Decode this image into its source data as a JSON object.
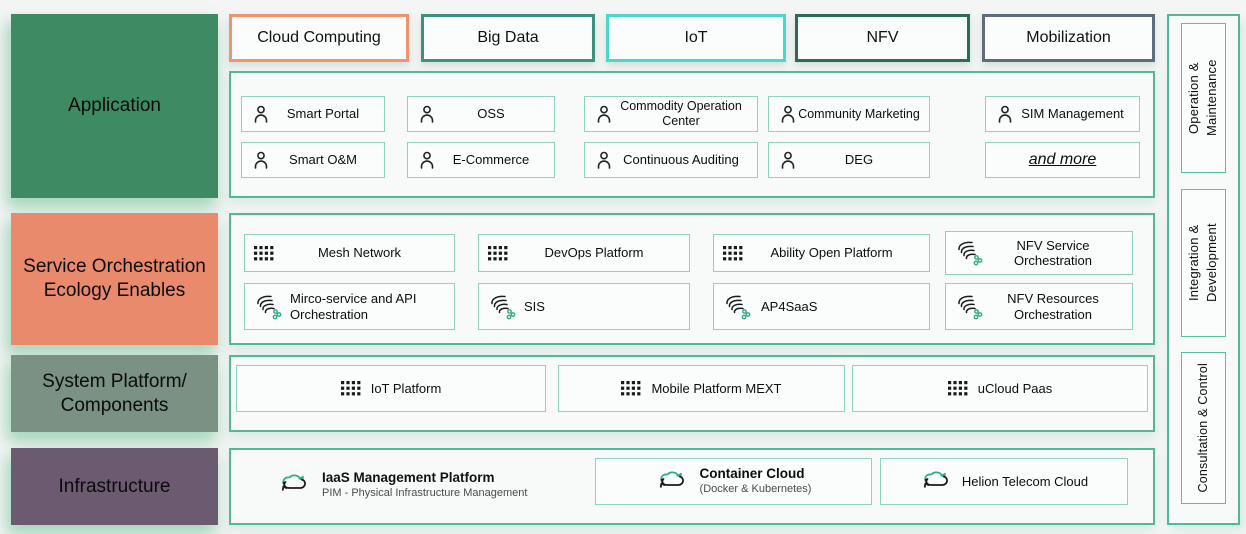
{
  "palette": {
    "background": "#f4f5f5",
    "container_border": "#52b89c",
    "item_border": "#8fd2bf",
    "icon_green": "#2fae82",
    "glow_green": "#8dceaa"
  },
  "left_column": {
    "rows": [
      {
        "label": "Application",
        "color": "#3d8a63"
      },
      {
        "label": "Service Orchestration Ecology Enables",
        "color": "#e88a6b"
      },
      {
        "label": "System Platform/ Components",
        "color": "#7a9184"
      },
      {
        "label": "Infrastructure",
        "color": "#6c5a71"
      }
    ]
  },
  "top_categories": [
    {
      "label": "Cloud Computing",
      "border": "#f0936e"
    },
    {
      "label": "Big Data",
      "border": "#3f917f"
    },
    {
      "label": "IoT",
      "border": "#4cd6cc"
    },
    {
      "label": "NFV",
      "border": "#2f6b52"
    },
    {
      "label": "Mobilization",
      "border": "#5d6d7e"
    }
  ],
  "application": {
    "items": [
      {
        "label": "Smart Portal",
        "icon": "person-icon"
      },
      {
        "label": "OSS",
        "icon": "person-icon"
      },
      {
        "label": "Commodity Operation Center",
        "icon": "person-icon"
      },
      {
        "label": "Community Marketing",
        "icon": "person-icon"
      },
      {
        "label": "SIM Management",
        "icon": "person-icon"
      },
      {
        "label": "Smart O&M",
        "icon": "person-icon"
      },
      {
        "label": "E-Commerce",
        "icon": "person-icon"
      },
      {
        "label": "Continuous Auditing",
        "icon": "person-icon"
      },
      {
        "label": "DEG",
        "icon": "person-icon"
      },
      {
        "label": "and more",
        "icon": "none"
      }
    ]
  },
  "service_orchestration": {
    "items": [
      {
        "label": "Mesh Network",
        "icon": "grid-icon"
      },
      {
        "label": "DevOps Platform",
        "icon": "grid-icon"
      },
      {
        "label": "Ability Open Platform",
        "icon": "grid-icon"
      },
      {
        "label": "NFV Service Orchestration",
        "icon": "service-swirl-icon"
      },
      {
        "label": "Mirco-service and API Orchestration",
        "icon": "service-swirl-icon"
      },
      {
        "label": "SIS",
        "icon": "service-swirl-icon"
      },
      {
        "label": "AP4SaaS",
        "icon": "service-swirl-icon"
      },
      {
        "label": "NFV Resources Orchestration",
        "icon": "service-swirl-icon"
      }
    ]
  },
  "system_platform": {
    "items": [
      {
        "label": "IoT Platform",
        "icon": "grid-icon"
      },
      {
        "label": "Mobile Platform MEXT",
        "icon": "grid-icon"
      },
      {
        "label": "uCloud Paas",
        "icon": "grid-icon"
      }
    ]
  },
  "infrastructure": {
    "items": [
      {
        "label": "IaaS Management Platform",
        "subtitle": "PIM - Physical Infrastructure Management",
        "icon": "cloud-sync-icon"
      },
      {
        "label": "Container Cloud",
        "subtitle": "(Docker & Kubernetes)",
        "icon": "cloud-sync-icon"
      },
      {
        "label": "Helion Telecom Cloud",
        "subtitle": "",
        "icon": "cloud-sync-icon"
      }
    ]
  },
  "right_column": {
    "items": [
      {
        "label": "Operation & Maintenance"
      },
      {
        "label": "Integration & Development"
      },
      {
        "label": "Consultation & Control"
      }
    ]
  }
}
